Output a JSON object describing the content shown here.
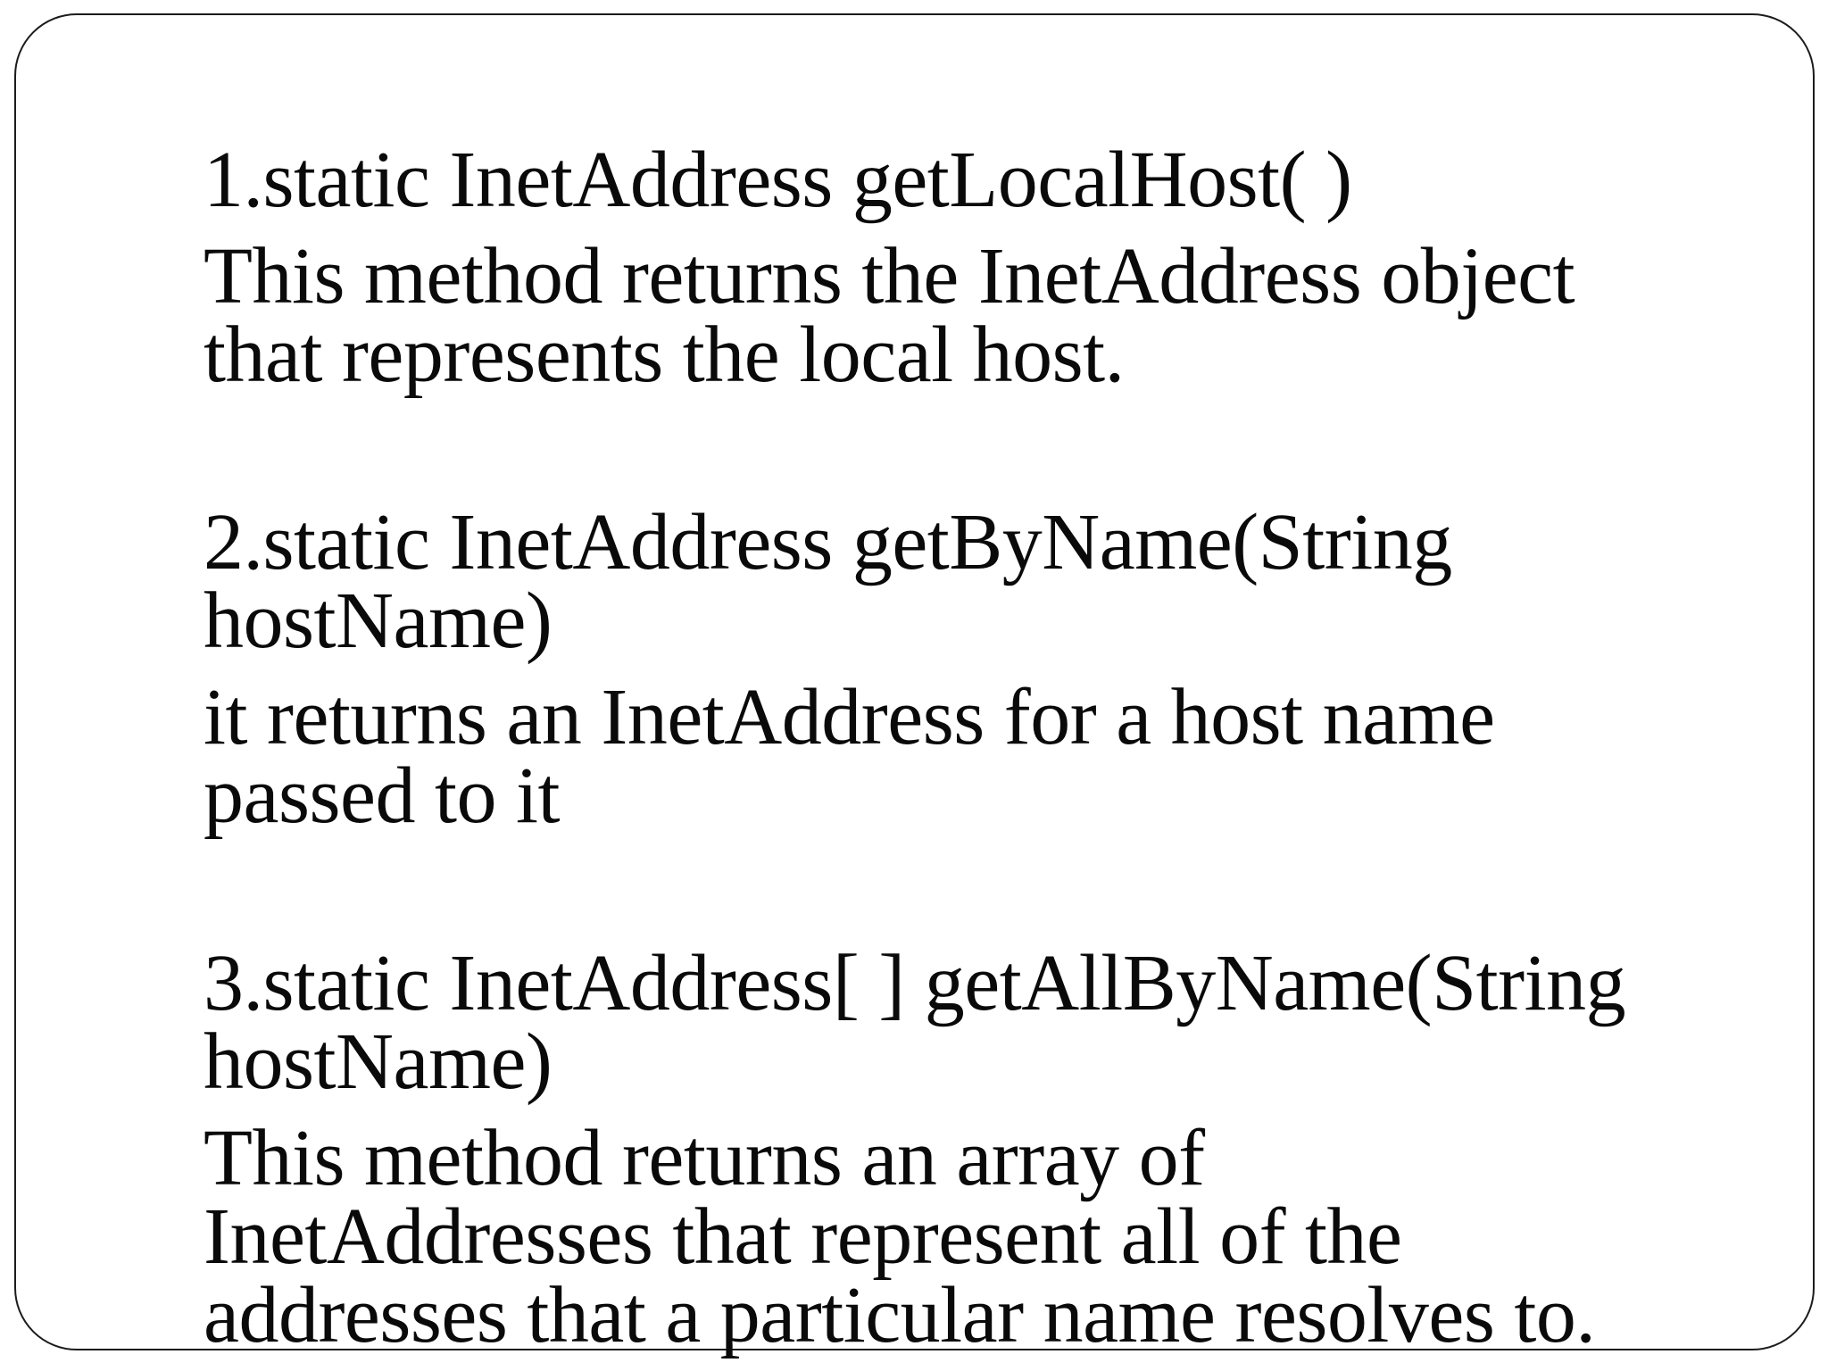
{
  "slide": {
    "background_color": "#ffffff",
    "border_color": "#1c1c1c",
    "text_color": "#0a0a0a",
    "items": [
      {
        "number": "1",
        "signature_lines": [
          "1.static InetAddress getLocalHost( )"
        ],
        "description_lines": [
          "This method returns the InetAddress object",
          "that represents the local host."
        ]
      },
      {
        "number": "2",
        "signature_lines": [
          "2.static InetAddress getByName(String",
          "hostName)"
        ],
        "description_lines": [
          "it returns an InetAddress for a host name",
          "passed to it"
        ]
      },
      {
        "number": "3",
        "signature_lines": [
          "3.static InetAddress[ ] getAllByName(String",
          "hostName)"
        ],
        "description_lines": [
          "This method returns an array of",
          "InetAddresses that represent all of the",
          "addresses that a particular name resolves to."
        ]
      }
    ]
  }
}
